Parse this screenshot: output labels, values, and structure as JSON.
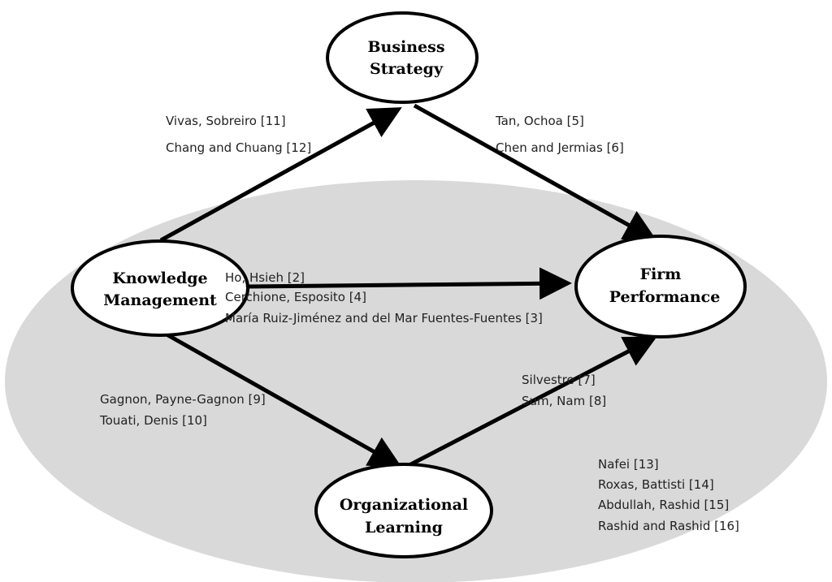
{
  "nodes": {
    "business_strategy": {
      "line1": "Business",
      "line2": "Strategy"
    },
    "knowledge_management": {
      "line1": "Knowledge",
      "line2": "Management"
    },
    "firm_performance": {
      "line1": "Firm",
      "line2": "Performance"
    },
    "organizational_learning": {
      "line1": "Organizational",
      "line2": "Learning"
    }
  },
  "citations": {
    "km_to_bs": [
      "Vivas, Sobreiro [11]",
      "Chang and Chuang [12]"
    ],
    "bs_to_fp": [
      "Tan, Ochoa [5]",
      "Chen and Jermias [6]"
    ],
    "km_to_fp": [
      "Ho, Hsieh [2]",
      "Cerchione, Esposito [4]",
      "María Ruiz-Jiménez and del Mar Fuentes-Fuentes [3]"
    ],
    "km_to_ol": [
      "Gagnon, Payne-Gagnon [9]",
      "Touati, Denis [10]"
    ],
    "ol_to_fp": [
      "Silvestre [7]",
      "Sum, Nam [8]"
    ],
    "moderators": [
      "Nafei [13]",
      "Roxas, Battisti [14]",
      "Abdullah, Rashid [15]",
      "Rashid and Rashid [16]"
    ]
  }
}
